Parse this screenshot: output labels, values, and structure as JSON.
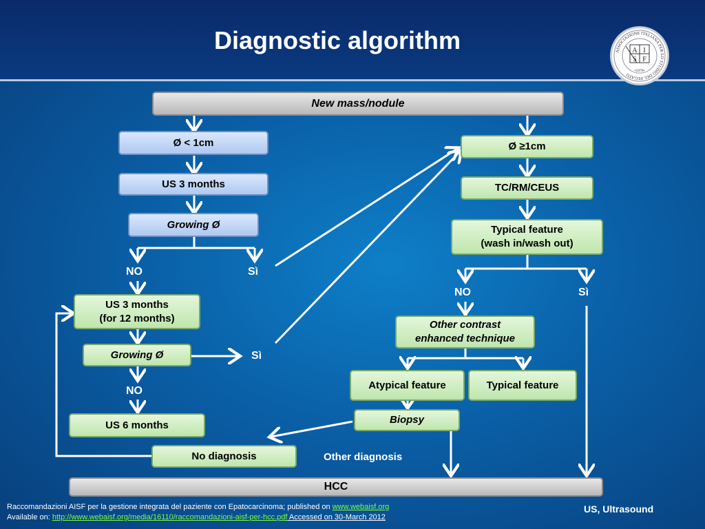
{
  "title": "Diagnostic algorithm",
  "logo": {
    "ring_text": "ASSOCIAZIONE ITALIANA PER LO STUDIO DEL FEGATO",
    "year": "•1970•",
    "letters": [
      "A",
      "I",
      "S",
      "F"
    ]
  },
  "nodes": {
    "new_mass": "New mass/nodule",
    "lt1": "Ø < 1cm",
    "us3": "US 3 months",
    "growing1": "Growing Ø",
    "us3_12": "US 3 months\n(for 12 months)",
    "growing2": "Growing Ø",
    "us6": "US 6 months",
    "no_diag": "No diagnosis",
    "ge1": "Ø ≥1cm",
    "tc": "TC/RM/CEUS",
    "typical_ww": "Typical feature\n(wash in/wash out)",
    "other_contrast": "Other contrast\nenhanced technique",
    "atypical": "Atypical feature",
    "typical": "Typical feature",
    "biopsy": "Biopsy",
    "hcc": "HCC"
  },
  "labels": {
    "no_1": "NO",
    "si_1": "Sì",
    "si_2": "Sì",
    "no_2": "NO",
    "no_3": "NO",
    "si_3": "Sì",
    "other_diag": "Other diagnosis"
  },
  "footer": {
    "line1_text": "Raccomandazioni AISF per la gestione integrata del paziente con Epatocarcinoma; published on ",
    "line1_link": "www.webaisf.org",
    "line2_text": "Available on: ",
    "line2_link": "http://www.webaisf.org/media/16110/raccomandazioni-aisf-per-hcc.pdf",
    "line2_accessed": " Accessed on 30-March 2012"
  },
  "legend": "US, Ultrasound",
  "colors": {
    "gray_box": "#c8c8c8",
    "blue_box": "#c4d8f6",
    "green_box": "#d2eec6",
    "arrow": "#ffffff",
    "link": "#7fff40"
  }
}
